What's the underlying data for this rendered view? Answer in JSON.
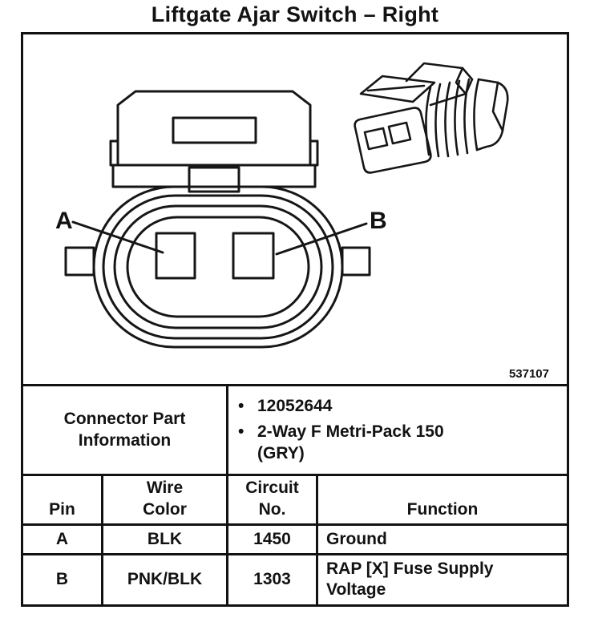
{
  "title": "Liftgate Ajar Switch – Right",
  "diagram": {
    "pin_a_label": "A",
    "pin_b_label": "B",
    "figure_number": "537107"
  },
  "connector_info": {
    "label": "Connector Part\nInformation",
    "bullet_char": "•",
    "bullets": [
      "12052644",
      "2-Way F Metri-Pack 150 (GRY)"
    ]
  },
  "pin_table": {
    "headers": [
      "Pin",
      "Wire\nColor",
      "Circuit\nNo.",
      "Function"
    ],
    "rows": [
      {
        "pin": "A",
        "wire_color": "BLK",
        "circuit_no": "1450",
        "function": "Ground"
      },
      {
        "pin": "B",
        "wire_color": "PNK/BLK",
        "circuit_no": "1303",
        "function": "RAP [X] Fuse Supply Voltage"
      }
    ]
  }
}
